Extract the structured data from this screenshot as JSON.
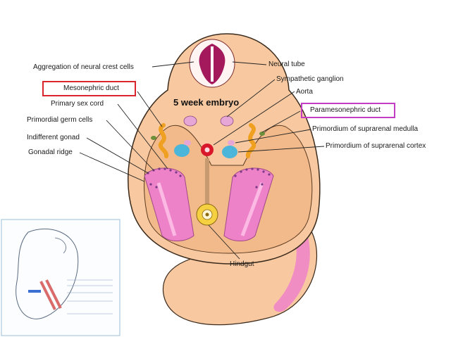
{
  "diagram": {
    "title": "5 week embryo",
    "labels": {
      "neural_crest": "Aggregation of neural crest cells",
      "neural_tube": "Neural tube",
      "sympathetic_ganglion": "Sympathetic ganglion",
      "aorta": "Aorta",
      "mesonephric_duct": "Mesonephric duct",
      "paramesonephric_duct": "Paramesonephric duct",
      "primary_sex_cord": "Primary sex cord",
      "primordial_germ_cells": "Primordial germ cells",
      "indifferent_gonad": "Indifferent gonad",
      "gonadal_ridge": "Gonadal ridge",
      "suprarenal_medulla": "Primordium of suprarenal medulla",
      "suprarenal_cortex": "Primordium of suprarenal cortex",
      "hindgut": "Hindgut"
    },
    "colors": {
      "body": "#f8c9a0",
      "body_outline": "#3a2a1c",
      "cavity": "#f2b98a",
      "neural_tube": "#a3195b",
      "mesonephric_duct": "#f0a020",
      "gonad": "#ee82c8",
      "blue_cortex": "#4bb5da",
      "aorta": "#d8182a",
      "highlight_red": "#d9262c",
      "highlight_magenta": "#c43bc4"
    }
  }
}
